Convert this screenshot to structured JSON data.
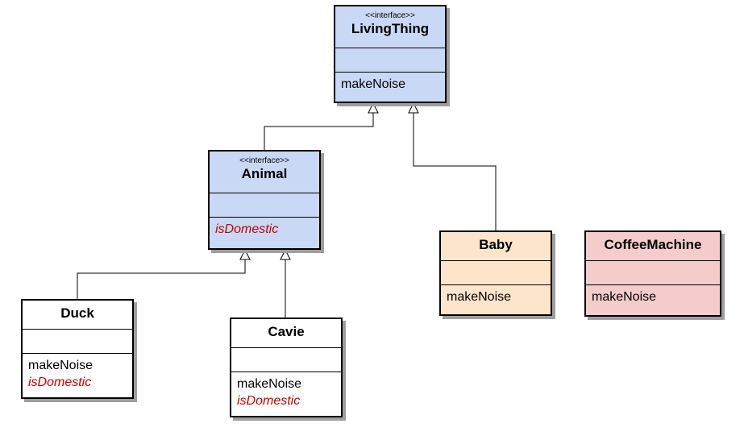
{
  "colors": {
    "interface_fill": "#c9d9f5",
    "baby_fill": "#fde5cb",
    "coffee_fill": "#f4cccc",
    "class_fill": "#ffffff",
    "abstract_text": "#c00000"
  },
  "classes": {
    "living_thing": {
      "stereotype": "<<interface>>",
      "name": "LivingThing",
      "operations": [
        "makeNoise"
      ]
    },
    "animal": {
      "stereotype": "<<interface>>",
      "name": "Animal",
      "operations": [
        "isDomestic"
      ]
    },
    "baby": {
      "name": "Baby",
      "operations": [
        "makeNoise"
      ]
    },
    "coffee_machine": {
      "name": "CoffeeMachine",
      "operations": [
        "makeNoise"
      ]
    },
    "duck": {
      "name": "Duck",
      "operations": [
        "makeNoise",
        "isDomestic"
      ]
    },
    "cavie": {
      "name": "Cavie",
      "operations": [
        "makeNoise",
        "isDomestic"
      ]
    }
  },
  "relationships": [
    {
      "type": "realization",
      "from": "Animal",
      "to": "LivingThing"
    },
    {
      "type": "realization",
      "from": "Baby",
      "to": "LivingThing"
    },
    {
      "type": "realization",
      "from": "Duck",
      "to": "Animal"
    },
    {
      "type": "realization",
      "from": "Cavie",
      "to": "Animal"
    }
  ]
}
